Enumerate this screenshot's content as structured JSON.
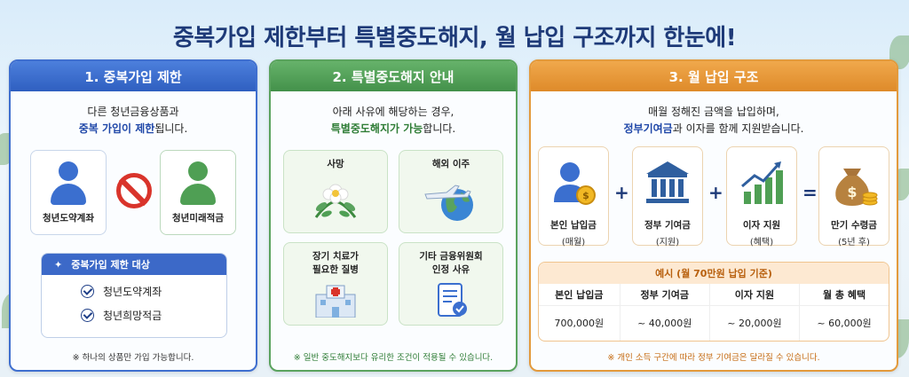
{
  "title": "중복가입 제한부터 특별중도해지, 월 납입 구조까지 한눈에!",
  "colors": {
    "blue": "#3f6fcf",
    "green": "#5aa35e",
    "orange": "#e39a3c",
    "title": "#1e3a78"
  },
  "panel1": {
    "header": "1. 중복가입 제한",
    "intro_line1": "다른 청년금융상품과",
    "intro_line2_bold": "중복 가입이 제한",
    "intro_line2_rest": "됩니다.",
    "account_a": "청년도약계좌",
    "account_b": "청년미래적금",
    "target_title": "중복가입 제한 대상",
    "target_items": [
      "청년도약계좌",
      "청년희망적금"
    ],
    "note": "※ 하나의 상품만 가입 가능합니다."
  },
  "panel2": {
    "header": "2. 특별중도해지 안내",
    "intro_line1": "아래 사유에 해당하는 경우,",
    "intro_line2_bold": "특별중도해지가 가능",
    "intro_line2_rest": "합니다.",
    "reasons": [
      {
        "label": "사망",
        "icon": "flower-icon"
      },
      {
        "label": "해외 이주",
        "icon": "plane-globe-icon"
      },
      {
        "label": "장기 치료가\n필요한 질병",
        "icon": "hospital-icon"
      },
      {
        "label": "기타 금융위원회\n인정 사유",
        "icon": "document-check-icon"
      }
    ],
    "note": "※ 일반 중도해지보다 유리한 조건이 적용될 수 있습니다."
  },
  "panel3": {
    "header": "3. 월 납입 구조",
    "intro_line1": "매월 정해진 금액을 납입하며,",
    "intro_line2_bold": "정부기여금",
    "intro_line2_rest": "과 이자를 함께 지원받습니다.",
    "cards": [
      {
        "name": "본인 납입금",
        "sub": "(매월)",
        "icon": "person-coin-icon"
      },
      {
        "name": "정부 기여금",
        "sub": "(지원)",
        "icon": "bank-icon"
      },
      {
        "name": "이자 지원",
        "sub": "(혜택)",
        "icon": "growth-chart-icon"
      },
      {
        "name": "만기 수령금",
        "sub": "(5년 후)",
        "icon": "money-bag-icon"
      }
    ],
    "ops": [
      "+",
      "+",
      "="
    ],
    "example_title": "예시 (월 70만원 납입 기준)",
    "example_headers": [
      "본인 납입금",
      "정부 기여금",
      "이자 지원",
      "월 총 혜택"
    ],
    "example_values": [
      "700,000원",
      "~ 40,000원",
      "~ 20,000원",
      "~ 60,000원"
    ],
    "note": "※ 개인 소득 구간에 따라 정부 기여금은 달라질 수 있습니다."
  }
}
